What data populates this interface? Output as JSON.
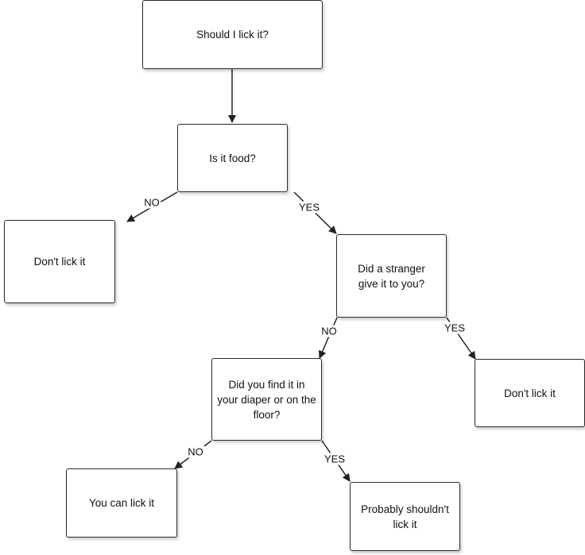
{
  "nodes": {
    "start": {
      "label": "Should I lick it?"
    },
    "food": {
      "label": "Is it food?"
    },
    "no_food": {
      "label": "Don't lick it"
    },
    "stranger": {
      "label": "Did a stranger give it to you?"
    },
    "stranger_yes": {
      "label": "Don't lick it"
    },
    "floor": {
      "label": "Did you find it in your diaper or on the floor?"
    },
    "floor_no": {
      "label": "You can lick it"
    },
    "floor_yes": {
      "label": "Probably shouldn't lick it"
    }
  },
  "edges": {
    "food_no": {
      "label": "NO"
    },
    "food_yes": {
      "label": "YES"
    },
    "stranger_no": {
      "label": "NO"
    },
    "stranger_yes": {
      "label": "YES"
    },
    "floor_no": {
      "label": "NO"
    },
    "floor_yes": {
      "label": "YES"
    }
  },
  "colors": {
    "stroke": "#222222",
    "text": "#111111",
    "background": "#ffffff"
  }
}
